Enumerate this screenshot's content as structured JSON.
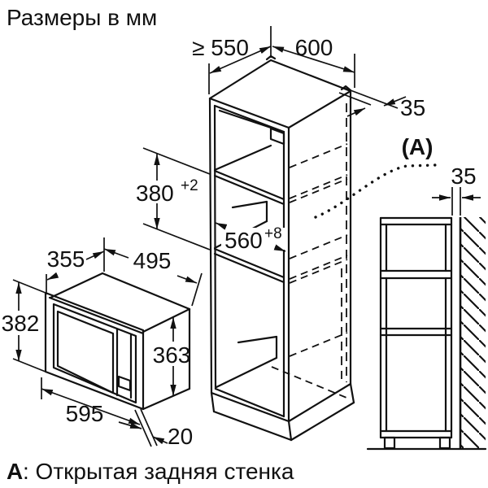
{
  "title": "Размеры в мм",
  "note": {
    "label": "A",
    "text": ": Открытая задняя стенка"
  },
  "callout_a": "(A)",
  "dims": {
    "niche_depth_min": "≥ 550",
    "cabinet_width": "600",
    "back_recess": "35",
    "niche_height": "380",
    "niche_height_tol": "+2",
    "niche_width": "560",
    "niche_width_tol": "+8",
    "wall_gap": "35",
    "mw_depth": "355",
    "mw_body_width": "495",
    "mw_front_height": "382",
    "mw_body_height": "363",
    "mw_front_width": "595",
    "mw_frame_overlap": "20"
  },
  "colors": {
    "ink": "#111111",
    "background": "#ffffff"
  }
}
